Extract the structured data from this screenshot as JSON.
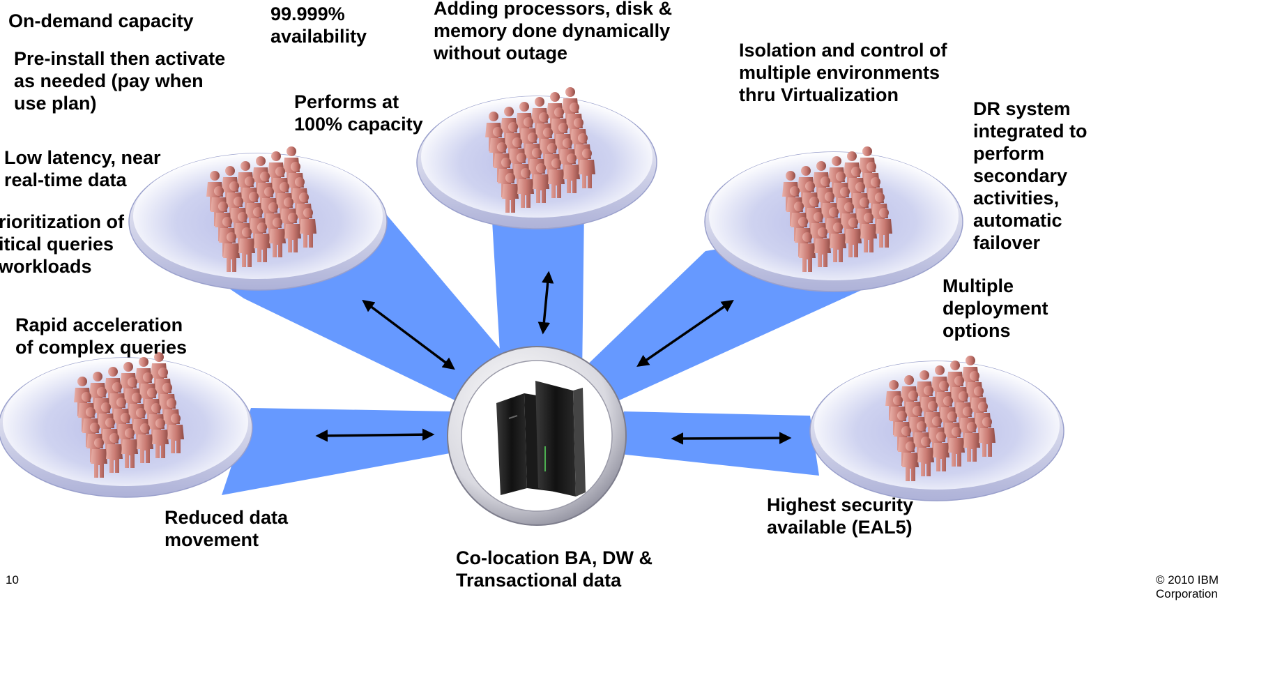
{
  "labels": {
    "on_demand": "On-demand capacity",
    "availability": "99.999%\navailability",
    "adding_processors": "Adding processors, disk &\nmemory done dynamically\nwithout outage",
    "isolation": "Isolation and control of\nmultiple environments\nthru Virtualization",
    "pre_install": "Pre-install then activate\nas needed (pay when\nuse plan)",
    "performs": "Performs at\n100% capacity",
    "dr_system": "DR system\nintegrated to\nperform\nsecondary\nactivities,\nautomatic\nfailover",
    "low_latency": "Low latency, near\nreal-time data",
    "prioritization": "rioritization of\nitical  queries\n workloads",
    "multiple_deployment": "Multiple\ndeployment\noptions",
    "rapid_acceleration": "Rapid acceleration\nof  complex queries",
    "reduced_data": "Reduced data\nmovement",
    "highest_security": "Highest security\navailable (EAL5)",
    "colocation": "Co-location BA, DW &\nTransactional data"
  },
  "footer": {
    "page_number": "10",
    "copyright": "© 2010 IBM Corporation"
  },
  "colors": {
    "beam": "#6699ff",
    "platform_rim": "#d7daf0",
    "platform_center": "#b8bce8",
    "person": "#c97a72",
    "arrow": "#000000",
    "hub_ring": "#a8a8b4"
  },
  "icons": [
    "people-crowd-icon",
    "mainframe-server-icon",
    "double-arrow-icon"
  ]
}
